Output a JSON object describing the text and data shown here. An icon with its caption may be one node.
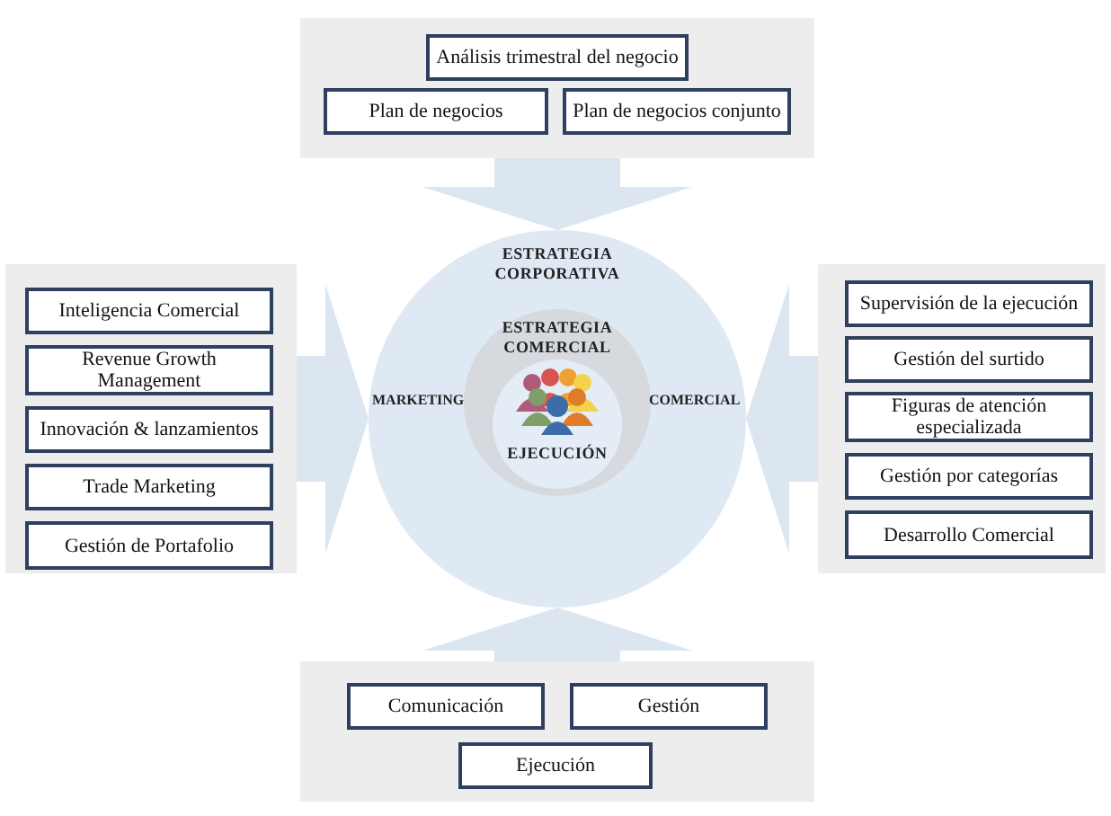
{
  "diagram": {
    "nodes": [
      {
        "text": [],
        "shape": "box"
      },
      {
        "text": [
          "Análisis trimestral del negocio"
        ],
        "in": 0
      },
      {
        "text": [
          "Plan de negocios"
        ],
        "in": 0
      },
      {
        "text": [
          "Plan de negocios conjunto"
        ],
        "in": 0
      },
      {
        "text": [],
        "shape": "box"
      },
      {
        "text": [
          "Inteligencia Comercial"
        ],
        "in": 4
      },
      {
        "text": [
          "Revenue Growth Management"
        ],
        "in": 4
      },
      {
        "text": [
          "Innovación & lanzamientos"
        ],
        "in": 4
      },
      {
        "text": [
          "Trade Marketing"
        ],
        "in": 4
      },
      {
        "text": [
          "Gestión de Portafolio"
        ],
        "in": 4
      },
      {
        "text": [],
        "shape": "box"
      },
      {
        "text": [
          "Supervisión de la ejecución"
        ],
        "in": 10
      },
      {
        "text": [
          "Gestión del surtido"
        ],
        "in": 10
      },
      {
        "text": [
          "Figuras de atención especializada"
        ],
        "in": 10
      },
      {
        "text": [
          "Gestión por categorías"
        ],
        "in": 10
      },
      {
        "text": [
          "Desarrollo Comercial"
        ],
        "in": 10
      },
      {
        "text": [],
        "shape": "box"
      },
      {
        "text": [
          "Comunicación"
        ],
        "in": 16
      },
      {
        "text": [
          "Gestión"
        ],
        "in": 16
      },
      {
        "text": [
          "Ejecución"
        ],
        "in": 16
      },
      {
        "text": [
          "ESTRATEGIA CORPORATIVA",
          "MARKETING",
          "COMERCIAL"
        ]
      },
      {
        "text": [
          "ESTRATEGIA COMERCIAL"
        ],
        "in": 20
      },
      {
        "text": [
          "EJECUCIÓN"
        ],
        "in": 21
      }
    ],
    "edges": [
      {
        "from": 0,
        "to": 20,
        "arrow": "to"
      },
      {
        "from": 4,
        "to": 20,
        "arrow": "to"
      },
      {
        "from": 10,
        "to": 20,
        "arrow": "to"
      },
      {
        "from": 16,
        "to": 20,
        "arrow": "to"
      }
    ]
  }
}
